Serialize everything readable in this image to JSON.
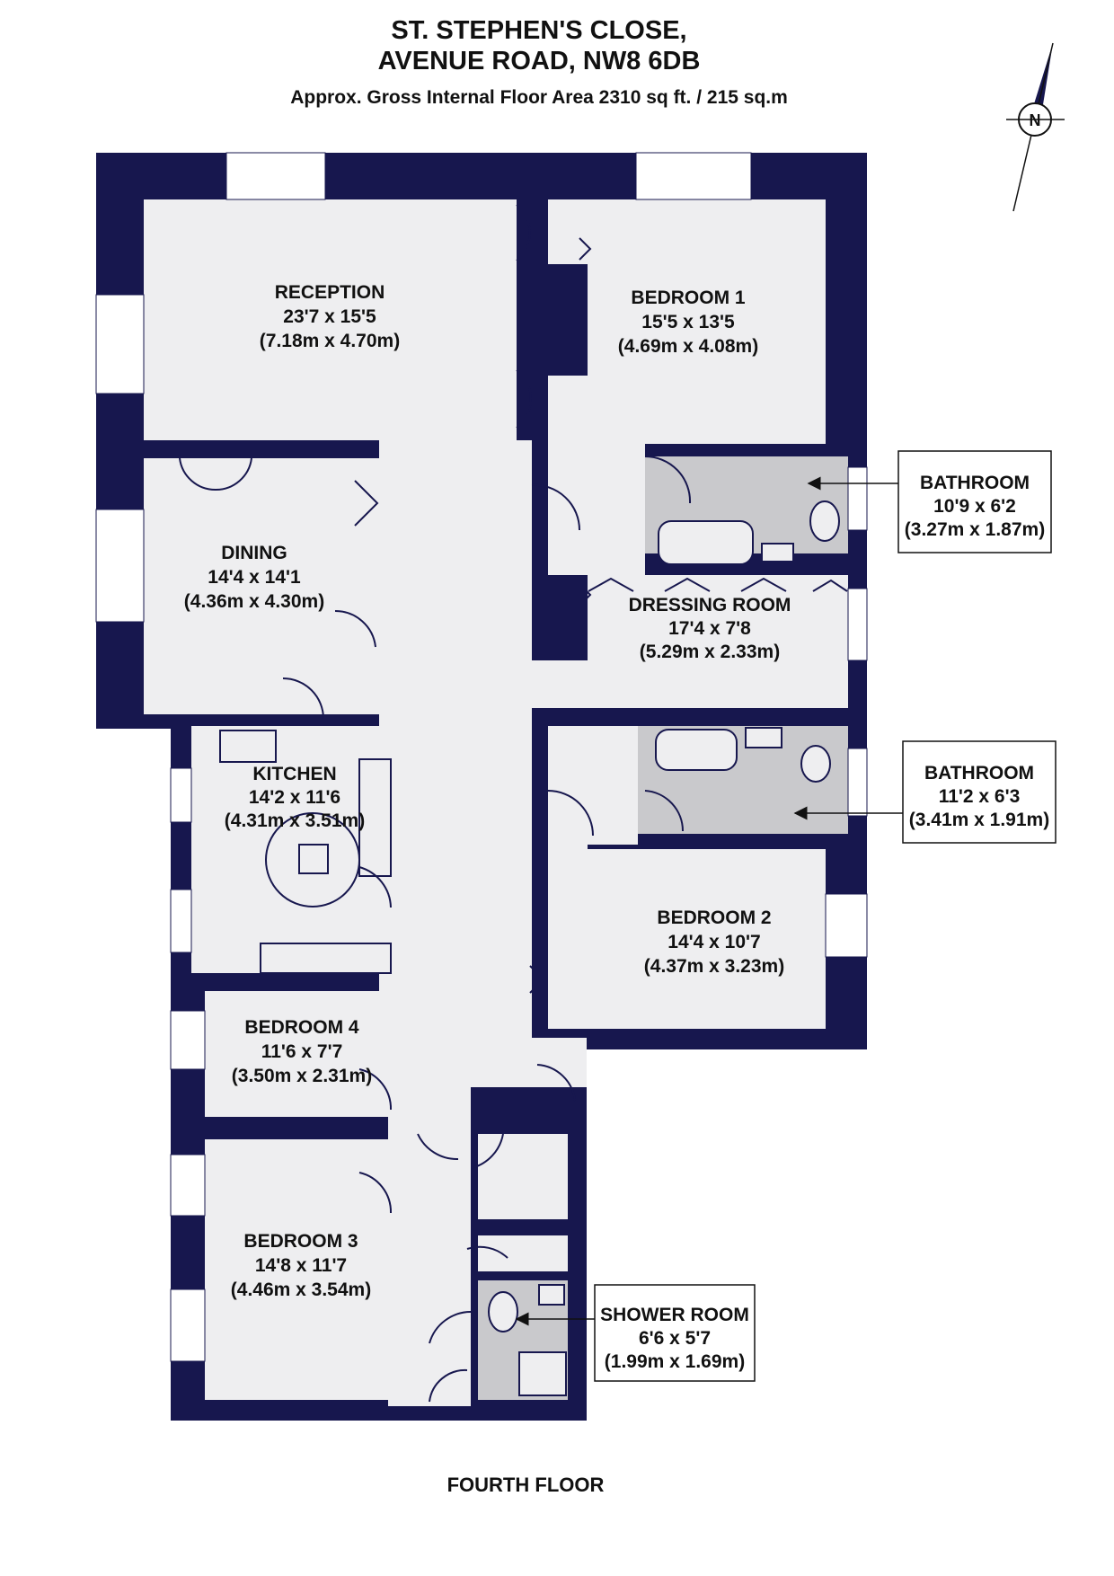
{
  "header": {
    "title_line1": "ST. STEPHEN'S CLOSE,",
    "title_line2": "AVENUE ROAD, NW8 6DB",
    "area": "Approx. Gross Internal Floor Area 2310 sq ft. / 215 sq.m"
  },
  "compass": {
    "letter": "N"
  },
  "rooms": {
    "reception": {
      "name": "RECEPTION",
      "imperial": "23'7 x 15'5",
      "metric": "(7.18m x 4.70m)"
    },
    "bedroom1": {
      "name": "BEDROOM 1",
      "imperial": "15'5 x 13'5",
      "metric": "(4.69m x 4.08m)"
    },
    "dining": {
      "name": "DINING",
      "imperial": "14'4 x 14'1",
      "metric": "(4.36m x 4.30m)"
    },
    "dressing": {
      "name": "DRESSING ROOM",
      "imperial": "17'4 x 7'8",
      "metric": "(5.29m x 2.33m)"
    },
    "kitchen": {
      "name": "KITCHEN",
      "imperial": "14'2 x 11'6",
      "metric": "(4.31m x 3.51m)"
    },
    "bedroom2": {
      "name": "BEDROOM 2",
      "imperial": "14'4 x 10'7",
      "metric": "(4.37m x 3.23m)"
    },
    "bedroom4": {
      "name": "BEDROOM 4",
      "imperial": "11'6 x 7'7",
      "metric": "(3.50m x 2.31m)"
    },
    "bedroom3": {
      "name": "BEDROOM 3",
      "imperial": "14'8 x 11'7",
      "metric": "(4.46m x 3.54m)"
    }
  },
  "callouts": {
    "bathroom1": {
      "name": "BATHROOM",
      "imperial": "10'9 x 6'2",
      "metric": "(3.27m x 1.87m)"
    },
    "bathroom2": {
      "name": "BATHROOM",
      "imperial": "11'2 x 6'3",
      "metric": "(3.41m x 1.91m)"
    },
    "shower": {
      "name": "SHOWER ROOM",
      "imperial": "6'6 x 5'7",
      "metric": "(1.99m x 1.69m)"
    }
  },
  "footer": {
    "floor": "FOURTH FLOOR"
  },
  "colors": {
    "wall": "#17174e",
    "floor": "#eeeef0",
    "wet_room": "#c9c9cc"
  }
}
